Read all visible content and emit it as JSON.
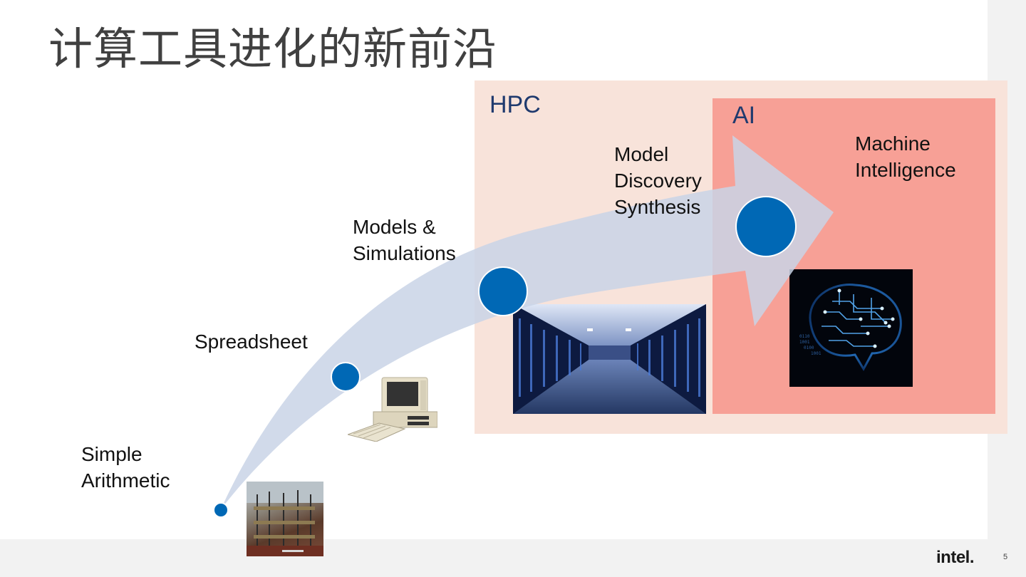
{
  "slide": {
    "title": "计算工具进化的新前沿",
    "page_number": "5",
    "logo_text": "intel."
  },
  "regions": {
    "hpc": {
      "label": "HPC",
      "color": "#f8e3da"
    },
    "ai": {
      "label": "AI",
      "color": "#f7a096"
    }
  },
  "stages": [
    {
      "label": "Simple\nArithmetic",
      "image": "analytical-engine-photo"
    },
    {
      "label": "Spreadsheet",
      "image": "personal-computer-photo"
    },
    {
      "label": "Models &\nSimulations",
      "image": "data-center-photo"
    },
    {
      "label": "Model\nDiscovery\nSynthesis",
      "image": ""
    },
    {
      "label": "Machine\nIntelligence",
      "image": "circuit-brain-image"
    }
  ],
  "colors": {
    "accent_blue": "#0068b5",
    "arrow": "#c9d4e6",
    "title_text": "#404040",
    "region_label": "#1f3a6e"
  }
}
